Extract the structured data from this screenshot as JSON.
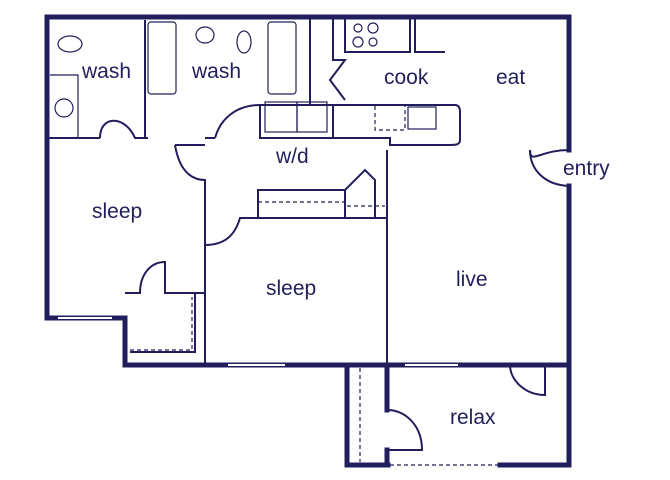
{
  "floor_plan": {
    "rooms": {
      "wash_1": "wash",
      "wash_2": "wash",
      "cook": "cook",
      "eat": "eat",
      "entry": "entry",
      "laundry": "w/d",
      "sleep_1": "sleep",
      "sleep_2": "sleep",
      "live": "live",
      "relax": "relax"
    },
    "line_color": "#221e5c"
  }
}
